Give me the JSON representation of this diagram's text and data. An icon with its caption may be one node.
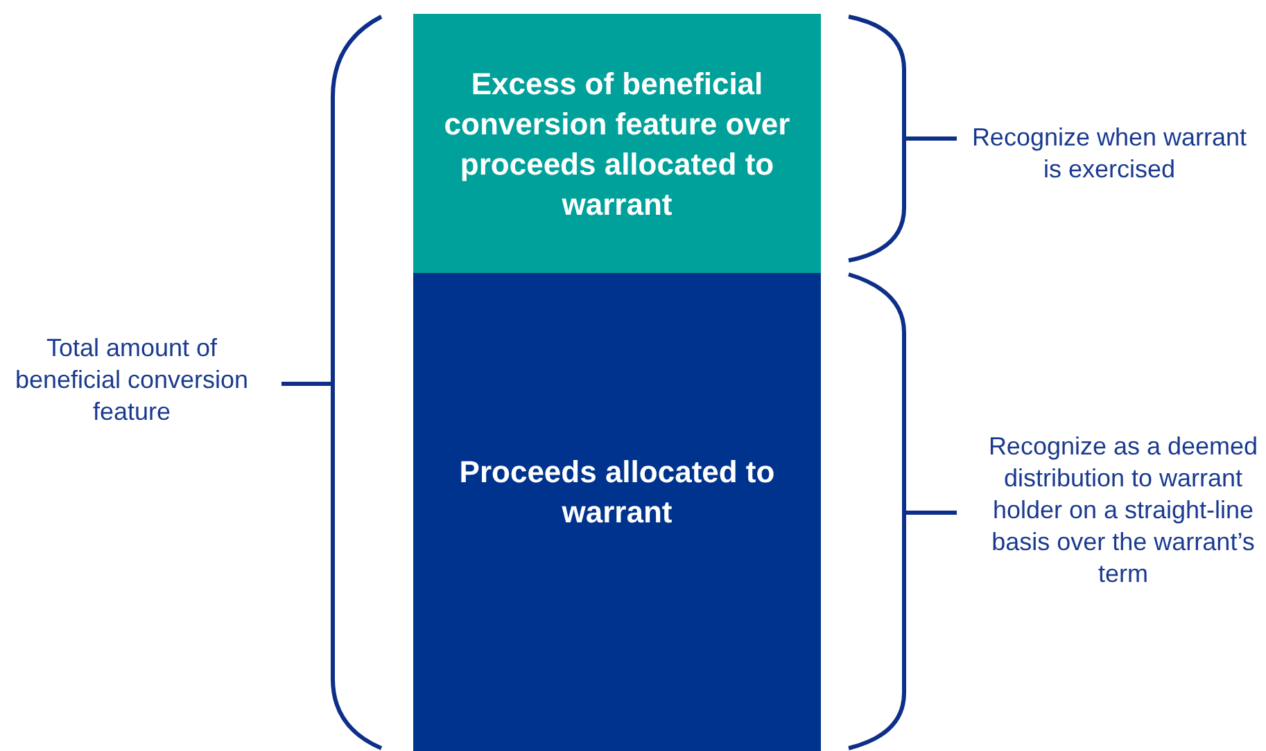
{
  "diagram": {
    "nodes": [
      {
        "text": [
          "Excess of beneficial conversion feature over proceeds allocated to warrant"
        ]
      },
      {
        "text": [
          "Proceeds allocated to warrant"
        ]
      }
    ],
    "labels": [
      "Recognize when warrant is exercised",
      "Total amount of beneficial conversion feature",
      "Recognize as a deemed distribution to warrant holder on a straight-line basis over the warrant’s term"
    ]
  }
}
